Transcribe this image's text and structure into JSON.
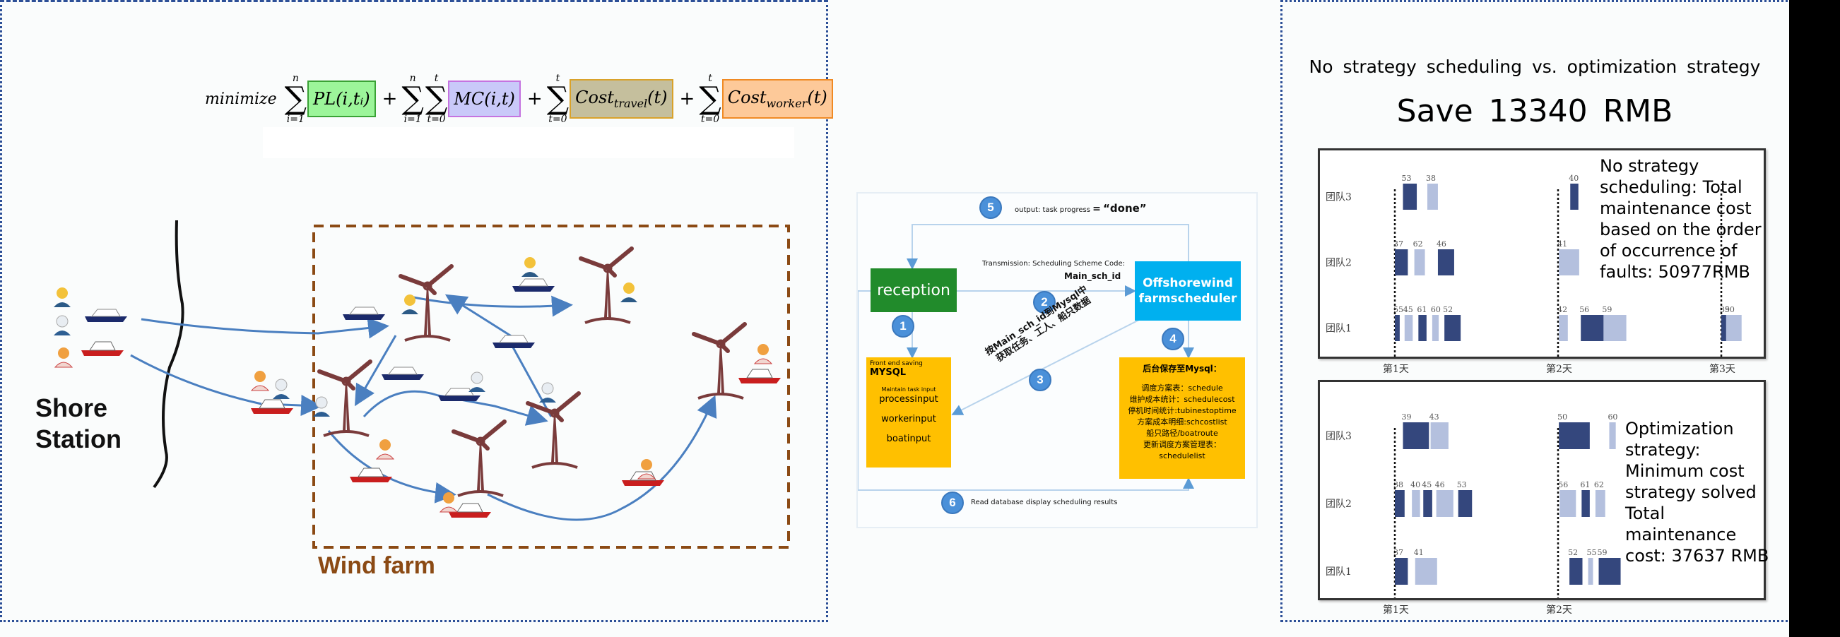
{
  "formula": {
    "prefix": "minimize",
    "sums": [
      {
        "upper": "n",
        "lower": "i=1"
      },
      {
        "upper": "n",
        "lower": "i=1"
      },
      {
        "upper": "t",
        "lower": "t=0"
      },
      {
        "upper": "t",
        "lower": "t=0"
      },
      {
        "upper": "t",
        "lower": "t=0"
      }
    ],
    "terms": [
      {
        "label": "PL(i,tᵢ)",
        "fill": "#9cf59a",
        "border": "#3aa236"
      },
      {
        "label": "MC(i,t)",
        "fill": "#c9c9f9",
        "border": "#c573e0"
      },
      {
        "label": "Cost_travel(t)",
        "main": "Cost",
        "sub": "travel",
        "tail": "(t)",
        "fill": "#c5bf9d",
        "border": "#d9a22a"
      },
      {
        "label": "Cost_worker(t)",
        "main": "Cost",
        "sub": "worker",
        "tail": "(t)",
        "fill": "#fdc999",
        "border": "#f08a24"
      }
    ],
    "plus": "+"
  },
  "map": {
    "shore_label_line1": "Shore",
    "shore_label_line2": "Station",
    "windfarm_label": "Wind farm"
  },
  "flow": {
    "steps": [
      "1",
      "2",
      "3",
      "4",
      "5",
      "6"
    ],
    "reception": "reception",
    "scheduler_line1": "Offshorewind",
    "scheduler_line2": "farmscheduler",
    "output_text": "output: task progress",
    "output_eq": "=",
    "output_value": "“done”",
    "transmission_text": "Transmission: Scheduling Scheme Code:",
    "transmission_code": "Main_sch_id",
    "fetch_text_line1": "按Main_sch_id到Mysql中",
    "fetch_text_line2": "获取任务、工人、船只数据",
    "read_text": "Read database display scheduling results",
    "front_mysql": {
      "header_prefix": "Front end saving",
      "header_bold": "MYSQL",
      "subheader": "Maintain task input",
      "items": [
        "processinput",
        "workerinput",
        "boatinput"
      ]
    },
    "back_mysql": {
      "header": "后台保存至Mysql：",
      "items": [
        "调度方案表：schedule",
        "维护成本统计：schedulecost",
        "停机时间统计:tubinestoptime",
        "方案成本明细:schcostlist",
        "船只路径/boatroute",
        "更新调度方案管理表：schedulelist"
      ]
    }
  },
  "comparison": {
    "title": "No strategy scheduling vs. optimization strategy",
    "savings": "Save 13340 RMB",
    "no_strategy_note": "No strategy scheduling: Total maintenance cost based on the order of occurrence of faults: 50977RMB",
    "optimization_note": "Optimization strategy: Minimum cost strategy solved Total maintenance cost: 37637 RMB"
  },
  "chart_data": [
    {
      "type": "gantt",
      "title": "No strategy scheduling",
      "rows": [
        "团队3",
        "团队2",
        "团队1"
      ],
      "x_ticks": [
        "第1天",
        "第2天",
        "第3天"
      ],
      "colors": {
        "dark": "#34477d",
        "light": "#b4c0de"
      },
      "series": [
        {
          "team": "团队3",
          "tasks": [
            {
              "id": "53",
              "day": 1,
              "start": 0.05,
              "dur": 0.085,
              "shade": "dark"
            },
            {
              "id": "38",
              "day": 1,
              "start": 0.2,
              "dur": 0.065,
              "shade": "light"
            },
            {
              "id": "40",
              "day": 2,
              "start": 0.075,
              "dur": 0.05,
              "shade": "dark"
            }
          ]
        },
        {
          "team": "团队2",
          "tasks": [
            {
              "id": "37",
              "day": 1,
              "start": 0.0,
              "dur": 0.08,
              "shade": "dark"
            },
            {
              "id": "62",
              "day": 1,
              "start": 0.12,
              "dur": 0.065,
              "shade": "light"
            },
            {
              "id": "46",
              "day": 1,
              "start": 0.265,
              "dur": 0.1,
              "shade": "dark"
            },
            {
              "id": "41",
              "day": 2,
              "start": 0.005,
              "dur": 0.125,
              "shade": "light"
            }
          ]
        },
        {
          "team": "团队1",
          "tasks": [
            {
              "id": "55",
              "day": 1,
              "start": 0.0,
              "dur": 0.03,
              "shade": "dark"
            },
            {
              "id": "45",
              "day": 1,
              "start": 0.06,
              "dur": 0.05,
              "shade": "light"
            },
            {
              "id": "61",
              "day": 1,
              "start": 0.145,
              "dur": 0.05,
              "shade": "dark"
            },
            {
              "id": "60",
              "day": 1,
              "start": 0.23,
              "dur": 0.04,
              "shade": "light"
            },
            {
              "id": "52",
              "day": 1,
              "start": 0.305,
              "dur": 0.1,
              "shade": "dark"
            },
            {
              "id": "42",
              "day": 2,
              "start": 0.005,
              "dur": 0.055,
              "shade": "light"
            },
            {
              "id": "56",
              "day": 2,
              "start": 0.14,
              "dur": 0.14,
              "shade": "dark"
            },
            {
              "id": "59",
              "day": 2,
              "start": 0.28,
              "dur": 0.14,
              "shade": "light"
            },
            {
              "id": "39",
              "day": 3,
              "start": 0.0,
              "dur": 0.03,
              "shade": "dark"
            },
            {
              "id": "50",
              "day": 3,
              "start": 0.03,
              "dur": 0.095,
              "shade": "light"
            }
          ]
        }
      ]
    },
    {
      "type": "gantt",
      "title": "Optimization strategy",
      "rows": [
        "团队3",
        "团队2",
        "团队1"
      ],
      "x_ticks": [
        "第1天",
        "第2天"
      ],
      "colors": {
        "dark": "#34477d",
        "light": "#b4c0de"
      },
      "series": [
        {
          "team": "团队3",
          "tasks": [
            {
              "id": "39",
              "day": 1,
              "start": 0.05,
              "dur": 0.16,
              "shade": "dark"
            },
            {
              "id": "43",
              "day": 1,
              "start": 0.22,
              "dur": 0.11,
              "shade": "light"
            },
            {
              "id": "50",
              "day": 2,
              "start": 0.005,
              "dur": 0.19,
              "shade": "dark"
            },
            {
              "id": "60",
              "day": 2,
              "start": 0.315,
              "dur": 0.04,
              "shade": "light"
            }
          ]
        },
        {
          "team": "团队2",
          "tasks": [
            {
              "id": "38",
              "day": 1,
              "start": 0.0,
              "dur": 0.06,
              "shade": "dark"
            },
            {
              "id": "40",
              "day": 1,
              "start": 0.105,
              "dur": 0.05,
              "shade": "light"
            },
            {
              "id": "45",
              "day": 1,
              "start": 0.175,
              "dur": 0.055,
              "shade": "dark"
            },
            {
              "id": "46",
              "day": 1,
              "start": 0.255,
              "dur": 0.105,
              "shade": "light"
            },
            {
              "id": "53",
              "day": 1,
              "start": 0.39,
              "dur": 0.085,
              "shade": "dark"
            },
            {
              "id": "56",
              "day": 2,
              "start": 0.01,
              "dur": 0.1,
              "shade": "light"
            },
            {
              "id": "61",
              "day": 2,
              "start": 0.145,
              "dur": 0.05,
              "shade": "dark"
            },
            {
              "id": "62",
              "day": 2,
              "start": 0.23,
              "dur": 0.06,
              "shade": "light"
            }
          ]
        },
        {
          "team": "团队1",
          "tasks": [
            {
              "id": "37",
              "day": 1,
              "start": 0.0,
              "dur": 0.08,
              "shade": "dark"
            },
            {
              "id": "41",
              "day": 1,
              "start": 0.125,
              "dur": 0.135,
              "shade": "light"
            },
            {
              "id": "52",
              "day": 2,
              "start": 0.07,
              "dur": 0.08,
              "shade": "dark"
            },
            {
              "id": "55",
              "day": 2,
              "start": 0.185,
              "dur": 0.03,
              "shade": "light"
            },
            {
              "id": "59",
              "day": 2,
              "start": 0.25,
              "dur": 0.135,
              "shade": "dark"
            }
          ]
        }
      ]
    }
  ]
}
